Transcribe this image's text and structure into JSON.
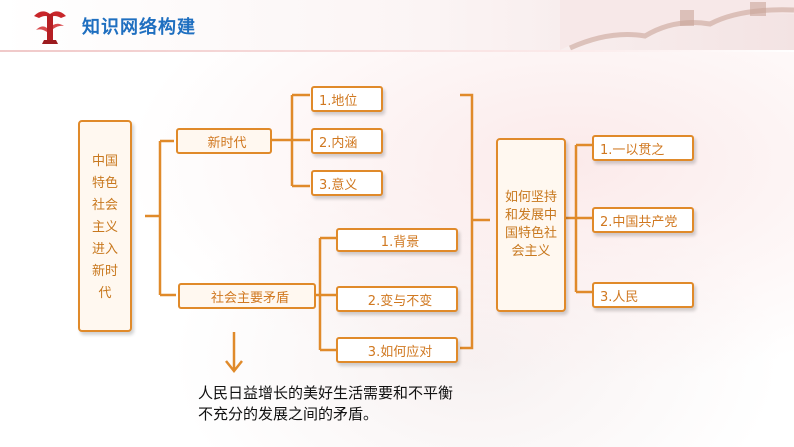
{
  "header": {
    "title": "知识网络构建"
  },
  "diagram": {
    "root": "中国特色社会主义进入新时代",
    "branches": [
      {
        "label": "新时代",
        "children": [
          "1.地位",
          "2.内涵",
          "3.意义"
        ]
      },
      {
        "label": "社会主要矛盾",
        "children": [
          "1.背景",
          "2.变与不变",
          "3.如何应对"
        ]
      }
    ],
    "right_center": "如何坚持和发展中国特色社会主义",
    "right_children": [
      "1.一以贯之",
      "2.中国共产党",
      "3.人民"
    ]
  },
  "note": {
    "line1": "人民日益增长的美好生活需要和不平衡",
    "line2": "不充分的发展之间的矛盾。"
  },
  "colors": {
    "accent": "#e08a2a",
    "text": "#c8781e",
    "title": "#1f6fc0"
  }
}
